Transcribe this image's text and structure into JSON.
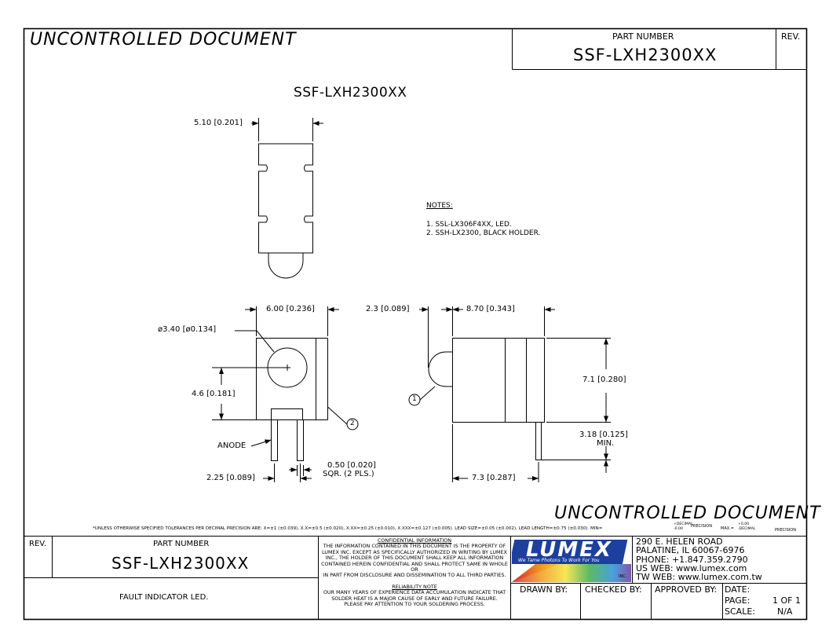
{
  "header": {
    "watermark": "UNCONTROLLED DOCUMENT",
    "part_number_label": "PART NUMBER",
    "part_number": "SSF-LXH2300XX",
    "rev_label": "REV."
  },
  "drawing": {
    "title": "SSF-LXH2300XX",
    "dims": {
      "top_width": "5.10 [0.201]",
      "front_width": "6.00 [0.236]",
      "hole_dia": "ø3.40 [ø0.134]",
      "hole_height": "4.6 [0.181]",
      "anode": "ANODE",
      "pin_pitch": "2.25 [0.089]",
      "pin_size_1": "0.50 [0.020]",
      "pin_size_2": "SQR. (2 PLS.)",
      "led_protrusion": "2.3 [0.089]",
      "body_length": "8.70 [0.343]",
      "body_height": "7.1 [0.280]",
      "lead_length_1": "3.18 [0.125]",
      "lead_length_2": "MIN.",
      "lead_offset": "7.3 [0.287]"
    },
    "balloons": {
      "one": "1",
      "two": "2"
    }
  },
  "notes": {
    "heading": "NOTES:",
    "items": [
      "1. SSL-LX306F4XX, LED.",
      "2. SSH-LX2300, BLACK HOLDER."
    ]
  },
  "footer_watermark": "UNCONTROLLED DOCUMENT",
  "tolerance_line": {
    "main": "*UNLESS OTHERWISE SPECIFIED TOLERANCES PER DECIMAL PRECISION ARE: X=±1 (±0.039), X.X=±0.5 (±0.020), X.XX=±0.25 (±0.010), X.XXX=±0.127 (±0.005).  LEAD SIZE=±0.05 (±0.002), LEAD LENGTH=±0.75 (±0.030). MIN=",
    "min_top": "+DECIMAL",
    "min_bottom": "-0.00",
    "precision1": "PRECISION",
    "max_label": "MAX.=",
    "max_top": "+0.00",
    "max_bottom": "-DECIMAL",
    "precision2": "PRECISION"
  },
  "title_block": {
    "rev_label": "REV.",
    "part_number_label": "PART NUMBER",
    "part_number": "SSF-LXH2300XX",
    "description": "FAULT INDICATOR LED.",
    "confidential_heading": "CONFIDENTIAL INFORMATION",
    "confidential_lines": [
      "THE INFORMATION CONTAINED IN THIS DOCUMENT IS THE PROPERTY OF",
      "LUMEX INC.  EXCEPT AS SPECIFICALLY AUTHORIZED IN WRITING BY LUMEX",
      "INC., THE HOLDER OF THIS DOCUMENT SHALL KEEP ALL INFORMATION",
      "CONTAINED HEREIN CONFIDENTIAL AND SHALL PROTECT SAME IN WHOLE OR",
      "IN PART FROM DISCLOSURE AND DISSEMINATION TO ALL THIRD PARTIES."
    ],
    "reliability_heading": "RELIABILITY NOTE",
    "reliability_lines": [
      "OUR MANY YEARS OF EXPERIENCE DATA ACCUMULATION INDICATE THAT",
      "SOLDER HEAT IS A MAJOR CAUSE OF EARLY AND FUTURE FAILURE.",
      "PLEASE PAY ATTENTION TO YOUR SOLDERING PROCESS."
    ],
    "logo_text": "LUMEX",
    "logo_tagline": "We Tame Photons To Work For You",
    "logo_inc": "INC.",
    "address_lines": [
      "290 E. HELEN ROAD",
      "PALATINE, IL  60067-6976",
      "PHONE: +1.847.359.2790",
      "US WEB: www.lumex.com",
      "TW WEB: www.lumex.com.tw"
    ],
    "drawn_by": "DRAWN BY:",
    "checked_by": "CHECKED BY:",
    "approved_by": "APPROVED BY:",
    "date_label": "DATE:",
    "page_label": "PAGE:",
    "page_value": "1 OF 1",
    "scale_label": "SCALE:",
    "scale_value": "N/A"
  },
  "colors": {
    "logo_blue": "#1d3f9e",
    "logo_red": "#d3242b",
    "logo_yellow": "#f5d23a"
  }
}
